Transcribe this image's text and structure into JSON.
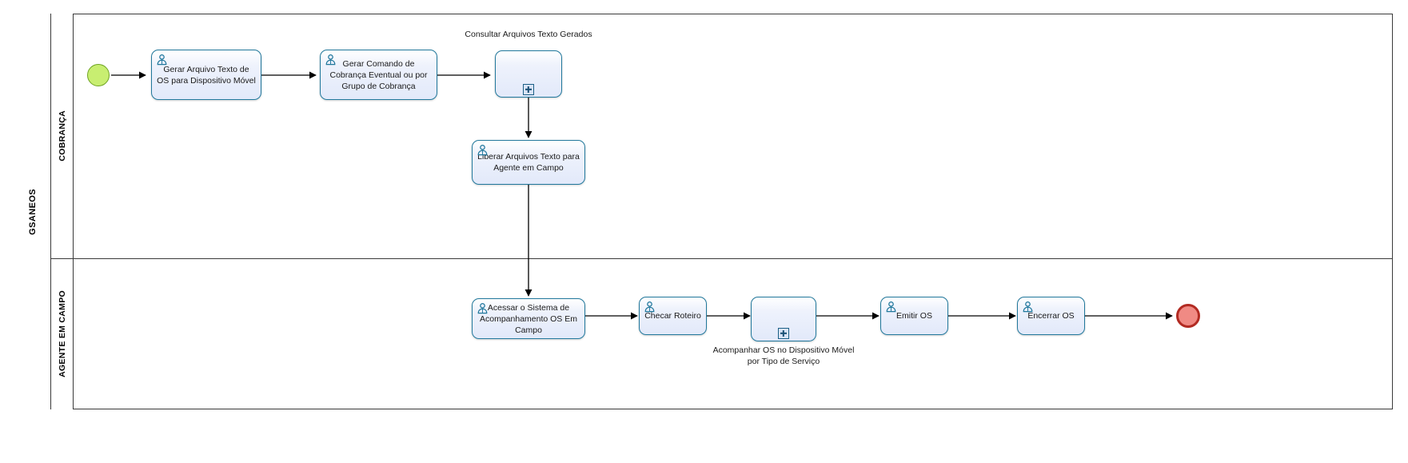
{
  "pool": {
    "name": "GSANEOS"
  },
  "lanes": [
    {
      "id": "cobranca",
      "name": "COBRANÇA"
    },
    {
      "id": "agente-em-campo",
      "name": "AGENTE EM CAMPO"
    }
  ],
  "events": {
    "start": {
      "name": "start-event",
      "type": "start",
      "color": "#c8ee71",
      "border": "#6fa423"
    },
    "end": {
      "name": "end-event",
      "type": "end",
      "color": "#f08a84",
      "border": "#b22a22"
    }
  },
  "tasks": [
    {
      "id": "t1",
      "label": "Gerar Arquivo Texto de OS para Dispositivo Móvel",
      "type": "user-task",
      "lane": "cobranca"
    },
    {
      "id": "t2",
      "label": "Gerar Comando de Cobrança Eventual ou por Grupo de Cobrança",
      "type": "user-task",
      "lane": "cobranca"
    },
    {
      "id": "t3",
      "label": "Liberar Arquivos Texto para Agente em Campo",
      "type": "user-task",
      "lane": "cobranca"
    },
    {
      "id": "t4",
      "label": "Acessar o Sistema de Acompanhamento OS Em Campo",
      "type": "user-task",
      "lane": "agente-em-campo"
    },
    {
      "id": "t5",
      "label": "Checar Roteiro",
      "type": "user-task",
      "lane": "agente-em-campo"
    },
    {
      "id": "t6",
      "label": "Emitir OS",
      "type": "user-task",
      "lane": "agente-em-campo"
    },
    {
      "id": "t7",
      "label": "Encerrar OS",
      "type": "user-task",
      "lane": "agente-em-campo"
    }
  ],
  "subprocesses": [
    {
      "id": "sp1",
      "label": "Consultar Arquivos Texto Gerados",
      "label_position": "above",
      "marker": "plus",
      "lane": "cobranca"
    },
    {
      "id": "sp2",
      "label": "Acompanhar OS no Dispositivo Móvel por Tipo de Serviço",
      "label_position": "below",
      "marker": "plus",
      "lane": "agente-em-campo"
    }
  ],
  "colors": {
    "task_border": "#21789c",
    "task_fill": "#e2e9fa",
    "connector": "#000000",
    "lane_border": "#3a3a3a"
  }
}
